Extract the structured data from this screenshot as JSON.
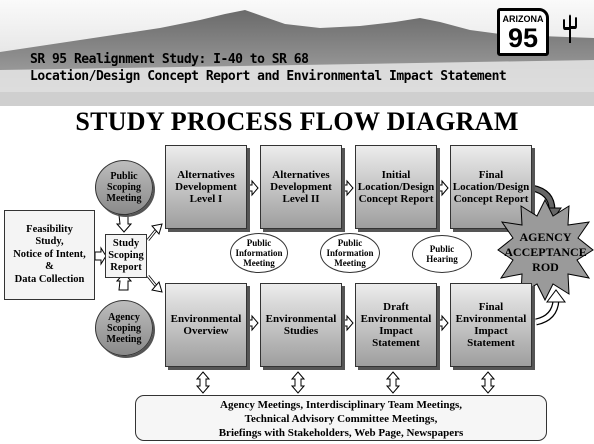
{
  "header": {
    "line1": "SR 95 Realignment Study: I-40 to SR 68",
    "line2": "Location/Design Concept Report and Environmental Impact Statement",
    "shield_state": "ARIZONA",
    "shield_number": "95",
    "cactus_icon": "saguaro-cactus-icon"
  },
  "title": "STUDY PROCESS FLOW DIAGRAM",
  "left": {
    "feasibility_lines": [
      "Feasibility",
      "Study,",
      "Notice of Intent,",
      "&",
      "Data Collection"
    ],
    "scoping_report_lines": [
      "Study",
      "Scoping",
      "Report"
    ],
    "public_scoping_lines": [
      "Public",
      "Scoping",
      "Meeting"
    ],
    "agency_scoping_lines": [
      "Agency",
      "Scoping",
      "Meeting"
    ]
  },
  "top_row": [
    {
      "lines": [
        "Alternatives",
        "Development",
        "Level I"
      ]
    },
    {
      "lines": [
        "Alternatives",
        "Development",
        "Level II"
      ]
    },
    {
      "lines": [
        "Initial",
        "Location/Design",
        "Concept Report"
      ]
    },
    {
      "lines": [
        "Final",
        "Location/Design",
        "Concept Report"
      ]
    }
  ],
  "middle_meetings": [
    {
      "lines": [
        "Public",
        "Information",
        "Meeting"
      ]
    },
    {
      "lines": [
        "Public",
        "Information",
        "Meeting"
      ]
    },
    {
      "lines": [
        "Public",
        "Hearing"
      ]
    }
  ],
  "bottom_row": [
    {
      "lines": [
        "Environmental",
        "Overview"
      ]
    },
    {
      "lines": [
        "Environmental",
        "Studies"
      ]
    },
    {
      "lines": [
        "Draft",
        "Environmental",
        "Impact",
        "Statement"
      ]
    },
    {
      "lines": [
        "Final",
        "Environmental",
        "Impact",
        "Statement"
      ]
    }
  ],
  "acceptance": {
    "lines": [
      "AGENCY",
      "ACCEPTANCE",
      "ROD"
    ]
  },
  "footer_lines": [
    "Agency Meetings, Interdisciplinary Team Meetings,",
    "Technical Advisory Committee Meetings,",
    "Briefings with Stakeholders, Web Page, Newspapers"
  ],
  "colors": {
    "box_top": "#ececec",
    "box_bottom": "#9e9e9e",
    "oval": "#9a9a9a",
    "shadow": "#555555"
  }
}
